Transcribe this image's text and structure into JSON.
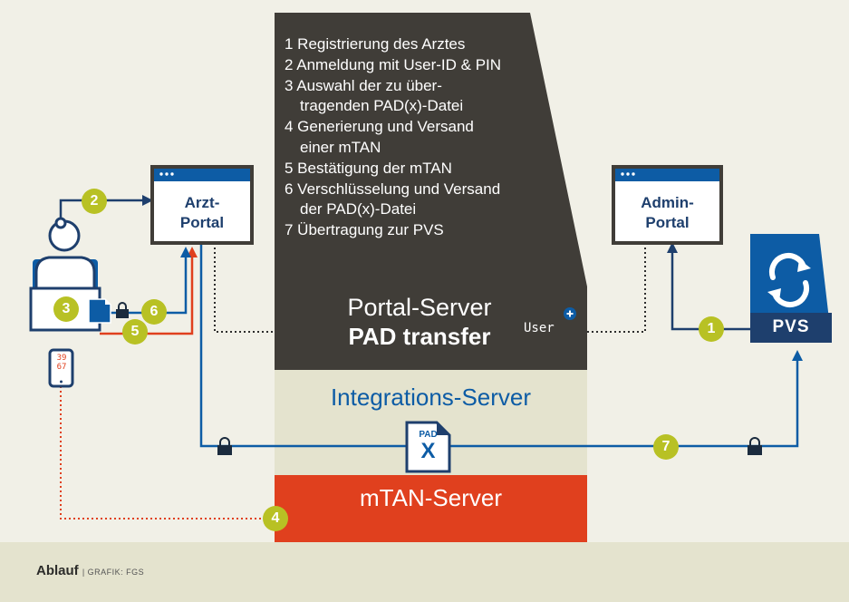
{
  "steps": [
    {
      "num": "1",
      "lines": [
        "Registrierung des Arztes"
      ]
    },
    {
      "num": "2",
      "lines": [
        "Anmeldung mit User-ID & PIN"
      ]
    },
    {
      "num": "3",
      "lines": [
        "Auswahl der zu über-",
        "tragenden PAD(x)-Datei"
      ]
    },
    {
      "num": "4",
      "lines": [
        "Generierung und Versand",
        "einer mTAN"
      ]
    },
    {
      "num": "5",
      "lines": [
        "Bestätigung der mTAN"
      ]
    },
    {
      "num": "6",
      "lines": [
        "Verschlüsselung und Versand",
        "der PAD(x)-Datei"
      ]
    },
    {
      "num": "7",
      "lines": [
        "Übertragung zur PVS"
      ]
    }
  ],
  "portal_server": {
    "line1": "Portal-Server",
    "line2": "PAD transfer",
    "user_tag": "User"
  },
  "integrations_server": {
    "label": "Integrations-Server"
  },
  "mtan_server": {
    "label": "mTAN-Server"
  },
  "arzt_portal": {
    "line1": "Arzt-",
    "line2": "Portal"
  },
  "admin_portal": {
    "line1": "Admin-",
    "line2": "Portal"
  },
  "pvs": {
    "label": "PVS"
  },
  "pad_file": {
    "top": "PAD",
    "letter": "X"
  },
  "phone_code": {
    "line1": "39",
    "line2": "67"
  },
  "badges": {
    "b1": "1",
    "b2": "2",
    "b3": "3",
    "b4": "4",
    "b5": "5",
    "b6": "6",
    "b7": "7"
  },
  "footer": {
    "title": "Ablauf",
    "credit": "| GRAFIK: FGS"
  },
  "colors": {
    "dark": "#403d38",
    "navy": "#1e3f6d",
    "blue": "#0d5ca5",
    "red": "#e0401e",
    "badge": "#b8c124",
    "integration": "#e4e3ce",
    "background": "#f1f0e7"
  }
}
